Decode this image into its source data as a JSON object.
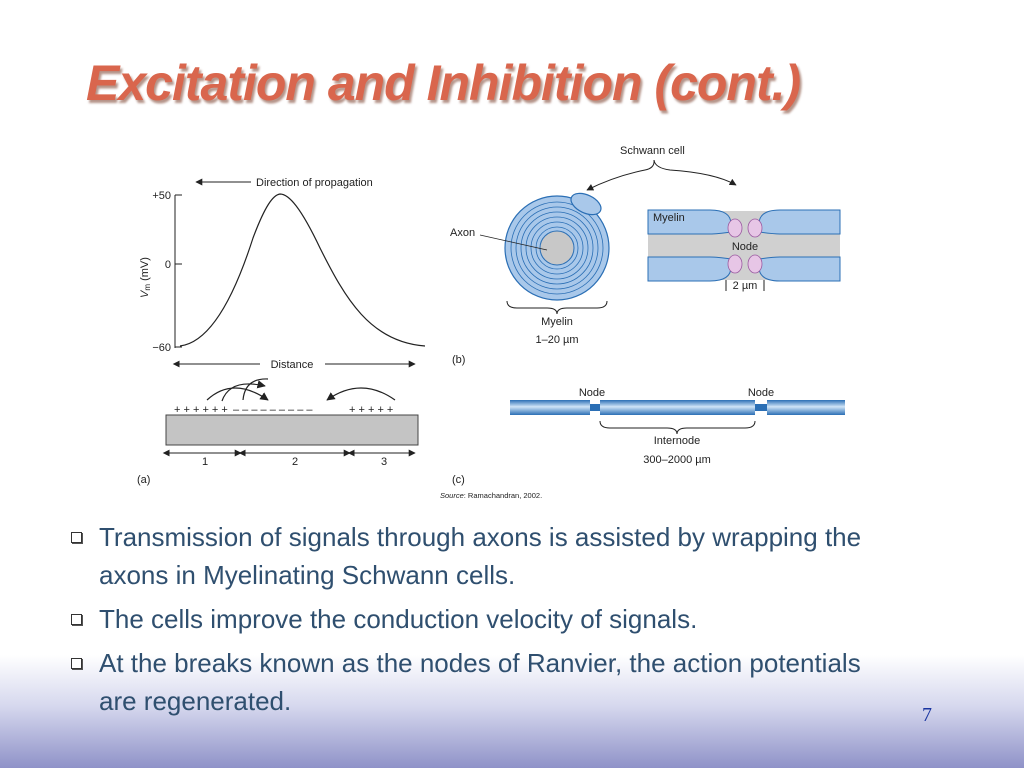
{
  "slide": {
    "title": "Excitation and Inhibition (cont.)",
    "number": "7"
  },
  "figure": {
    "panel_a": {
      "y_top": "+50",
      "y_mid": "0",
      "y_bottom": "−60",
      "y_label_v": "V",
      "y_label_sub": "m",
      "y_label_unit": " (mV)",
      "direction_label": "Direction of propagation",
      "distance_label": "Distance",
      "charges_top_left": "+ + + + + +",
      "charges_top_mid": "– – – – – – – – –",
      "charges_top_right": "+ + + + +",
      "charges_bottom_left": "– – – – –",
      "charges_bottom_mid": "+ + + + + + + + + +",
      "charges_bottom_right": "– – – – –",
      "region_1": "1",
      "region_2": "2",
      "region_3": "3",
      "label": "(a)"
    },
    "panel_b": {
      "schwann_cell": "Schwann cell",
      "axon": "Axon",
      "myelin_inner": "Myelin",
      "node": "Node",
      "node_width": "2 µm",
      "myelin_label": "Myelin",
      "myelin_thickness": "1–20 µm",
      "label": "(b)"
    },
    "panel_c": {
      "node_left": "Node",
      "node_right": "Node",
      "internode": "Internode",
      "internode_length": "300–2000 µm",
      "label": "(c)"
    },
    "source_prefix": "Source",
    "source_text": ": Ramachandran, 2002."
  },
  "bullets": [
    {
      "text": "Transmission of signals through axons is assisted by wrapping the axons in Myelinating Schwann cells."
    },
    {
      "text": "The cells improve the conduction velocity of signals."
    },
    {
      "text": "At the breaks known as the nodes of Ranvier, the action potentials are regenerated."
    }
  ],
  "colors": {
    "title": "#d9664d",
    "bullet_text": "#2f4f6f",
    "slide_number": "#1a35a0",
    "myelin": "#a9c8ea",
    "axon_core": "#c8c8c8",
    "node_pink": "#e7c6e6"
  }
}
